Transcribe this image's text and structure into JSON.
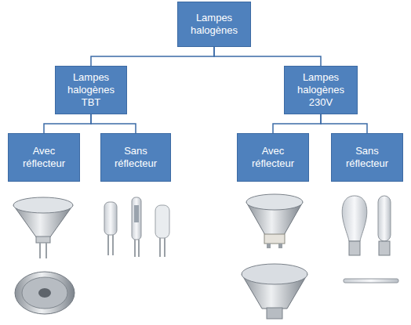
{
  "diagram": {
    "nodes": [
      {
        "text": [
          "Lampes halogènes"
        ]
      },
      {
        "text": [
          "Lampes halogènes TBT"
        ]
      },
      {
        "text": [
          "Lampes halogènes 230V"
        ]
      },
      {
        "text": [
          "Avec réflecteur"
        ]
      },
      {
        "text": [
          "Sans réflecteur"
        ]
      },
      {
        "text": [
          "Avec réflecteur"
        ]
      },
      {
        "text": [
          "Sans réflecteur"
        ]
      }
    ],
    "edges": [
      {
        "from": 0,
        "to": 1,
        "arrow": "none"
      },
      {
        "from": 0,
        "to": 2,
        "arrow": "none"
      },
      {
        "from": 1,
        "to": 3,
        "arrow": "none"
      },
      {
        "from": 1,
        "to": 4,
        "arrow": "none"
      },
      {
        "from": 2,
        "to": 5,
        "arrow": "none"
      },
      {
        "from": 2,
        "to": 6,
        "arrow": "none"
      }
    ]
  }
}
